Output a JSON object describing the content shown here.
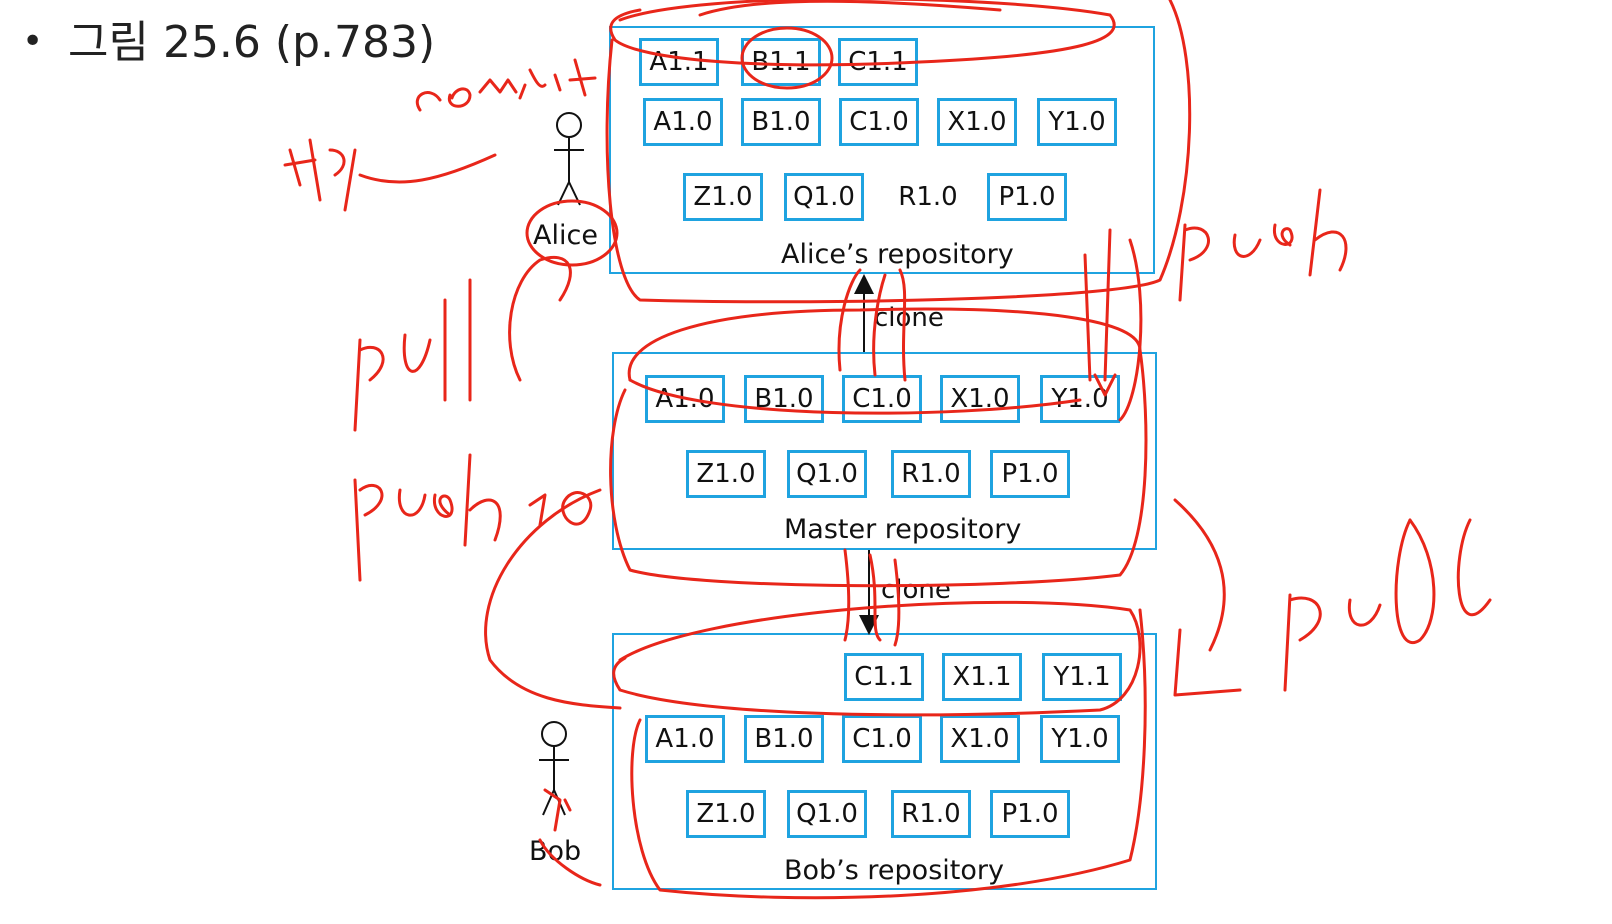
{
  "title": "그림 25.6 (p.783)",
  "bullet": "•",
  "repos": {
    "alice": {
      "label": "Alice’s repository",
      "rows": [
        [
          "A1.1",
          "B1.1",
          "C1.1"
        ],
        [
          "A1.0",
          "B1.0",
          "C1.0",
          "X1.0",
          "Y1.0"
        ],
        [
          "Z1.0",
          "Q1.0",
          "R1.0",
          "P1.0"
        ]
      ]
    },
    "master": {
      "label": "Master repository",
      "rows": [
        [
          "A1.0",
          "B1.0",
          "C1.0",
          "X1.0",
          "Y1.0"
        ],
        [
          "Z1.0",
          "Q1.0",
          "R1.0",
          "P1.0"
        ]
      ]
    },
    "bob": {
      "label": "Bob’s repository",
      "rows": [
        [
          "C1.1",
          "X1.1",
          "Y1.1"
        ],
        [
          "A1.0",
          "B1.0",
          "C1.0",
          "X1.0",
          "Y1.0"
        ],
        [
          "Z1.0",
          "Q1.0",
          "R1.0",
          "P1.0"
        ]
      ]
    }
  },
  "actors": {
    "alice": "Alice",
    "bob": "Bob"
  },
  "arrows": {
    "upper": "clone",
    "lower": "clone"
  },
  "colors": {
    "box": "#1fa3e0",
    "ink": "#e8261a",
    "text": "#111111"
  },
  "annotations": "handwritten red ink strokes (commit, push, pull) drawn as decorative paths"
}
